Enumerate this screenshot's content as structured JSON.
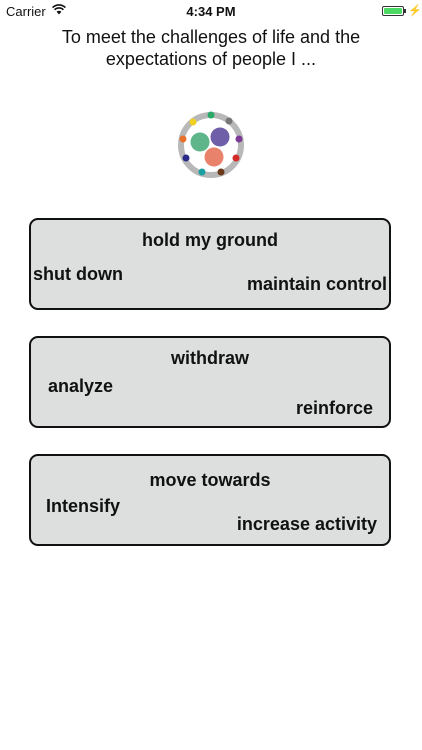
{
  "status_bar": {
    "carrier": "Carrier",
    "time": "4:34 PM",
    "battery_level": 1.0,
    "icons": [
      "wifi-icon",
      "battery-icon",
      "charging-bolt-icon"
    ]
  },
  "prompt": {
    "text": "To meet the challenges of life and the expectations of people I ..."
  },
  "logo": {
    "icon": "circles-logo",
    "colors": [
      "#5fb58a",
      "#6f5fa8",
      "#e8826a",
      "#b0b0b0"
    ]
  },
  "options": [
    {
      "top": "hold my ground",
      "left": "shut down",
      "right": "maintain control"
    },
    {
      "top": "withdraw",
      "left": "analyze",
      "right": "reinforce"
    },
    {
      "top": "move towards",
      "left": "Intensify",
      "right": "increase activity"
    }
  ],
  "colors": {
    "card_bg": "#dcdfde",
    "card_border": "#111111"
  }
}
